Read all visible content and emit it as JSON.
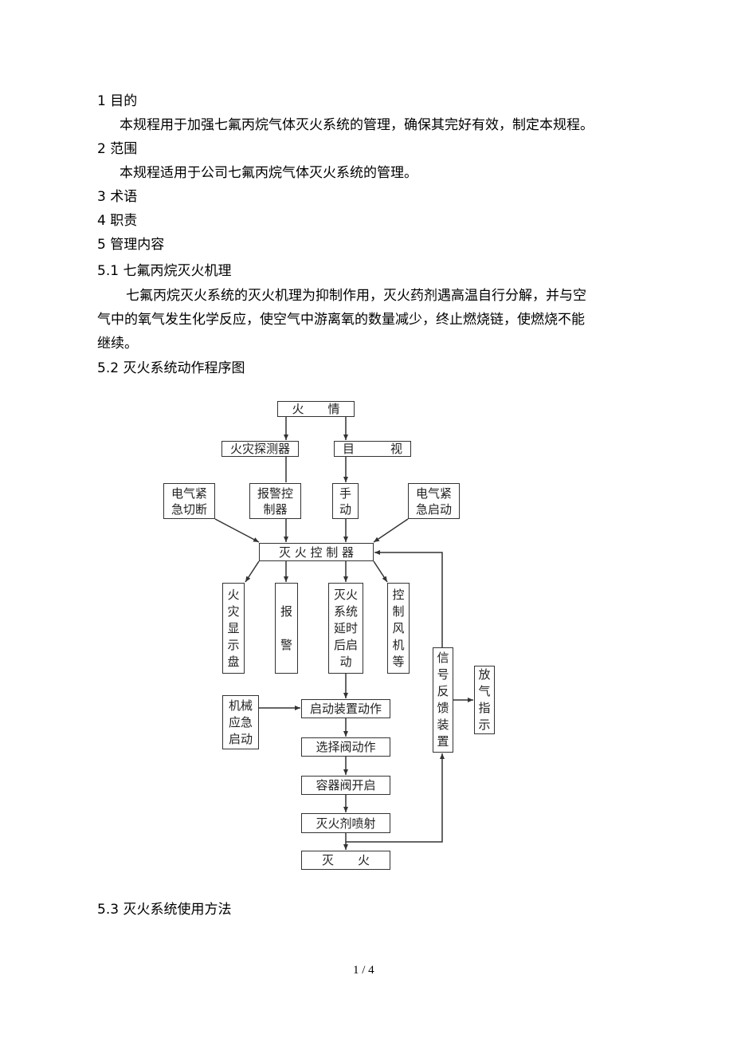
{
  "document": {
    "lines": [
      "1  目的",
      "本规程用于加强七氟丙烷气体灭火系统的管理，确保其完好有效，制定本规程。",
      "2  范围",
      "本规程适用于公司七氟丙烷气体灭火系统的管理。",
      "3  术语",
      "4  职责",
      "5  管理内容",
      "5.1  七氟丙烷灭火机理",
      "七氟丙烷灭火系统的灭火机理为抑制作用，灭火药剂遇高温自行分解，并与空",
      "气中的氧气发生化学反应，使空气中游离氧的数量减少，终止燃烧链，使燃烧不能",
      "继续。",
      "5.2  灭火系统动作程序图",
      "5.3  灭火系统使用方法"
    ],
    "page_number": "1 / 4"
  },
  "diagram": {
    "nodes": {
      "fire": [
        "火　　情"
      ],
      "detector": [
        "火灾探测器"
      ],
      "visual": [
        "目　　　视"
      ],
      "elec_cut": [
        "电气紧",
        "急切断"
      ],
      "alarm_ctrl": [
        "报警控",
        "制器"
      ],
      "manual": [
        "手",
        "动"
      ],
      "elec_start": [
        "电气紧",
        "急启动"
      ],
      "controller": [
        "灭 火 控 制 器"
      ],
      "display": [
        "火",
        "灾",
        "显",
        "示",
        "盘"
      ],
      "alarm": [
        "报",
        "",
        "警"
      ],
      "delay": [
        "灭火",
        "系统",
        "延时",
        "后启",
        "动"
      ],
      "fan": [
        "控",
        "制",
        "风",
        "机",
        "等"
      ],
      "feedback": [
        "信",
        "号",
        "反",
        "馈",
        "装",
        "置"
      ],
      "release": [
        "放",
        "气",
        "指",
        "示"
      ],
      "mech": [
        "机械",
        "应急",
        "启动"
      ],
      "starter": [
        "启动装置动作"
      ],
      "selector": [
        "选择阀动作"
      ],
      "container": [
        "容器阀开启"
      ],
      "spray": [
        "灭火剂喷射"
      ],
      "extinguish": [
        "灭　　火"
      ]
    }
  }
}
